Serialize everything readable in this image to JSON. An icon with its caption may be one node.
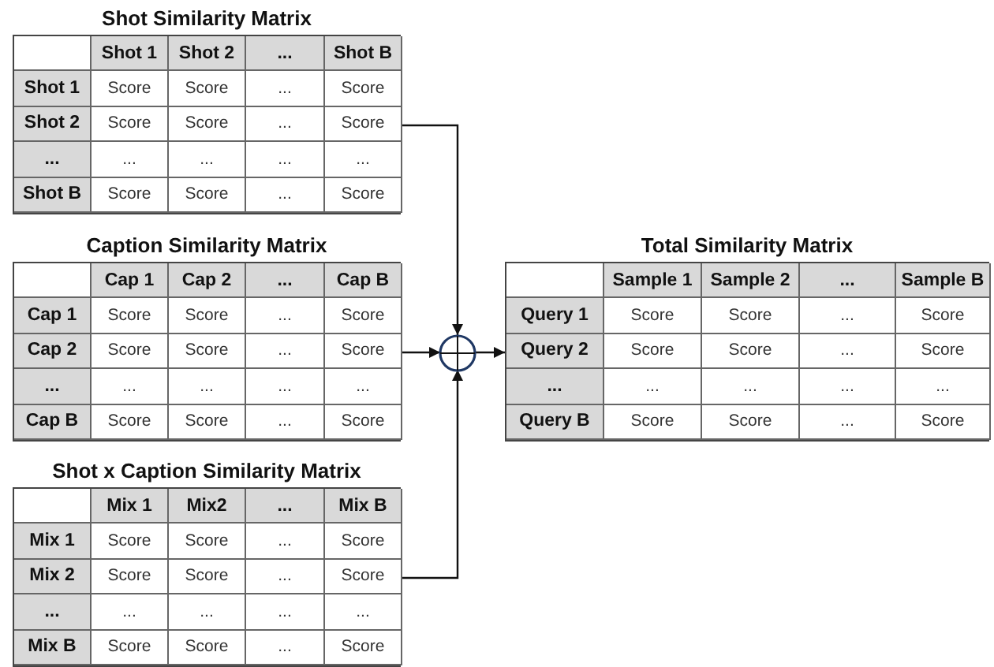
{
  "diagram": {
    "nodes": [
      {
        "text": [
          "Shot Similarity Matrix",
          "Shot 1",
          "Shot 2",
          "...",
          "Shot B",
          "Shot 1",
          "Score",
          "Score",
          "...",
          "Score",
          "Shot 2",
          "Score",
          "Score",
          "...",
          "Score",
          "...",
          "...",
          "...",
          "...",
          "...",
          "Shot B",
          "Score",
          "Score",
          "...",
          "Score"
        ]
      },
      {
        "text": [
          "Caption Similarity Matrix",
          "Cap 1",
          "Cap 2",
          "...",
          "Cap B",
          "Cap 1",
          "Score",
          "Score",
          "...",
          "Score",
          "Cap 2",
          "Score",
          "Score",
          "...",
          "Score",
          "...",
          "...",
          "...",
          "...",
          "...",
          "Cap B",
          "Score",
          "Score",
          "...",
          "Score"
        ]
      },
      {
        "text": [
          "Shot x Caption Similarity Matrix",
          "Mix 1",
          "Mix2",
          "...",
          "Mix B",
          "Mix 1",
          "Score",
          "Score",
          "...",
          "Score",
          "Mix 2",
          "Score",
          "Score",
          "...",
          "Score",
          "...",
          "...",
          "...",
          "...",
          "...",
          "Mix B",
          "Score",
          "Score",
          "...",
          "Score"
        ]
      },
      {
        "text": [],
        "shape": "circle"
      },
      {
        "text": [
          "Total Similarity Matrix",
          "Sample 1",
          "Sample 2",
          "...",
          "Sample B",
          "Query 1",
          "Score",
          "Score",
          "...",
          "Score",
          "Query 2",
          "Score",
          "Score",
          "...",
          "Score",
          "...",
          "...",
          "...",
          "...",
          "...",
          "Query B",
          "Score",
          "Score",
          "...",
          "Score"
        ]
      }
    ],
    "edges": [
      {
        "from": 0,
        "to": 3,
        "arrow": "to"
      },
      {
        "from": 1,
        "to": 3,
        "arrow": "to"
      },
      {
        "from": 2,
        "to": 3,
        "arrow": "to"
      },
      {
        "from": 3,
        "to": 4,
        "arrow": "to"
      }
    ]
  }
}
